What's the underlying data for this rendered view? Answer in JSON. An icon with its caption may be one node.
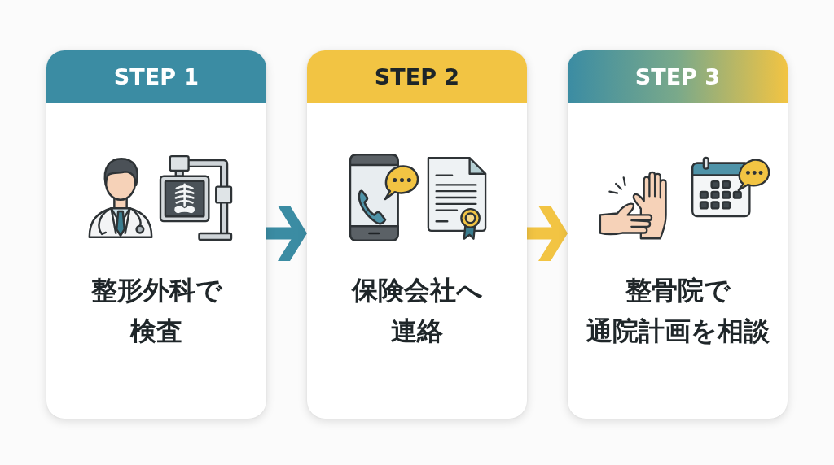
{
  "diagram": {
    "nodes": [
      {
        "text": [
          "STEP 1",
          "整形外科で検査"
        ]
      },
      {
        "text": [
          "STEP 2",
          "保険会社へ連絡"
        ]
      },
      {
        "text": [
          "STEP 3",
          "整骨院で通院計画を相談"
        ]
      }
    ],
    "edges": [
      {
        "from": 0,
        "to": 1,
        "arrow": "to",
        "color": "#3b8ca3"
      },
      {
        "from": 1,
        "to": 2,
        "arrow": "to",
        "color": "#f2c443"
      }
    ]
  }
}
